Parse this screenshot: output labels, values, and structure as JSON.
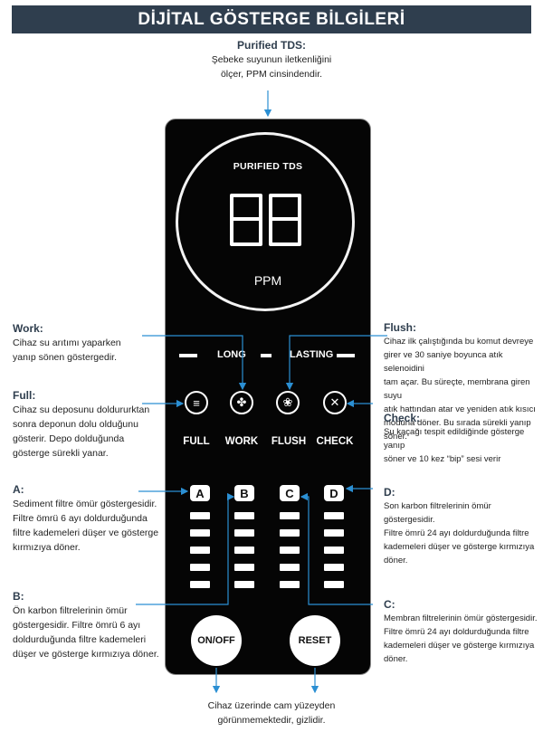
{
  "title": "DİJİTAL GÖSTERGE BİLGİLERİ",
  "purified": {
    "heading": "Purified TDS:",
    "lines": [
      "Şebeke suyunun iletkenliğini",
      "ölçer, PPM cinsindendir."
    ]
  },
  "display": {
    "tds_label": "PURIFIED TDS",
    "unit": "PPM",
    "long": "LONG",
    "lasting": "LASTING"
  },
  "buttons": [
    "FULL",
    "WORK",
    "FLUSH",
    "CHECK"
  ],
  "filters": [
    "A",
    "B",
    "C",
    "D"
  ],
  "power": {
    "on_off": "ON/OFF",
    "reset": "RESET"
  },
  "annotations": {
    "work": {
      "heading": "Work:",
      "lines": [
        "Cihaz su arıtımı yaparken",
        "yanıp sönen göstergedir."
      ]
    },
    "full": {
      "heading": "Full:",
      "lines": [
        "Cihaz su deposunu doldururktan",
        "sonra deponun dolu olduğunu",
        "gösterir. Depo dolduğunda",
        "gösterge sürekli yanar."
      ]
    },
    "a": {
      "heading": "A:",
      "lines": [
        "Sediment filtre ömür göstergesidir.",
        "Filtre ömrü 6 ayı doldurduğunda",
        "filtre kademeleri düşer ve gösterge",
        "kırmızıya döner."
      ]
    },
    "b": {
      "heading": "B:",
      "lines": [
        "Ön karbon filtrelerinin ömür",
        "göstergesidir. Filtre ömrü 6 ayı",
        "doldurduğunda filtre kademeleri",
        "düşer ve gösterge kırmızıya döner."
      ]
    },
    "flush": {
      "heading": "Flush:",
      "lines": [
        "Cihaz ilk çalıştığında bu komut devreye",
        "girer ve 30 saniye boyunca atık selenoidini",
        "tam açar. Bu süreçte, membrana giren suyu",
        "atık hattından atar ve yeniden atık kısıcı",
        "moduna döner. Bu sırada sürekli yanıp söner."
      ]
    },
    "check": {
      "heading": "Check:",
      "lines": [
        "Su kaçağı tespit edildiğinde gösterge yanıp",
        "söner ve 10 kez “bip” sesi verir"
      ]
    },
    "d": {
      "heading": "D:",
      "lines": [
        "Son karbon filtrelerinin ömür göstergesidir.",
        "Filtre ömrü 24 ayı doldurduğunda filtre",
        "kademeleri düşer ve gösterge kırmızıya döner."
      ]
    },
    "c": {
      "heading": "C:",
      "lines": [
        "Membran filtrelerinin ömür göstergesidir.",
        "Filtre ömrü 24 ayı doldurduğunda filtre",
        "kademeleri düşer ve gösterge kırmızıya döner."
      ]
    },
    "bottom": {
      "lines": [
        "Cihaz üzerinde cam yüzeyden",
        "görünmemektedir, gizlidir."
      ]
    }
  }
}
